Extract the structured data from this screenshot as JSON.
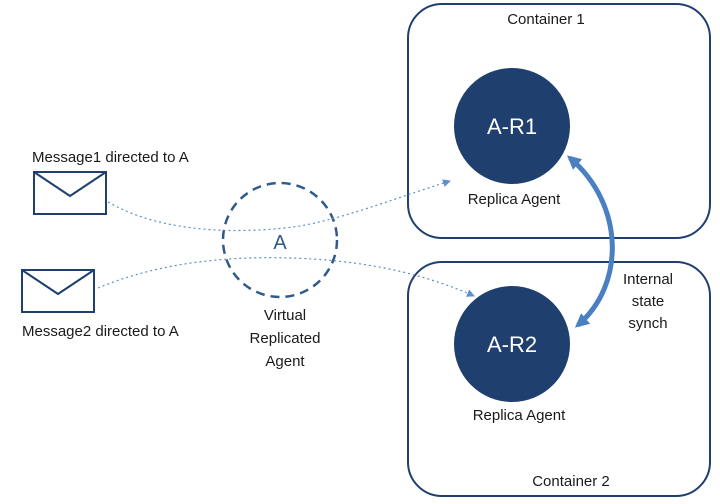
{
  "containers": [
    {
      "title": "Container 1"
    },
    {
      "title": "Container 2"
    }
  ],
  "replicas": [
    {
      "id": "A-R1",
      "label": "Replica Agent"
    },
    {
      "id": "A-R2",
      "label": "Replica Agent"
    }
  ],
  "virtual_agent": {
    "id": "A",
    "label_lines": [
      "Virtual",
      "Replicated",
      "Agent"
    ]
  },
  "messages": [
    {
      "label": "Message1 directed to A"
    },
    {
      "label": "Message2 directed to A"
    }
  ],
  "sync": {
    "label_lines": [
      "Internal",
      "state",
      "synch"
    ]
  },
  "colors": {
    "container_border": "#1f3f6e",
    "replica_fill": "#1f3f6e",
    "virtual_border": "#2f5a8a",
    "sync_arrow": "#4a7fc1",
    "message_path": "#5b8fd0",
    "envelope": "#1f3f6e"
  }
}
